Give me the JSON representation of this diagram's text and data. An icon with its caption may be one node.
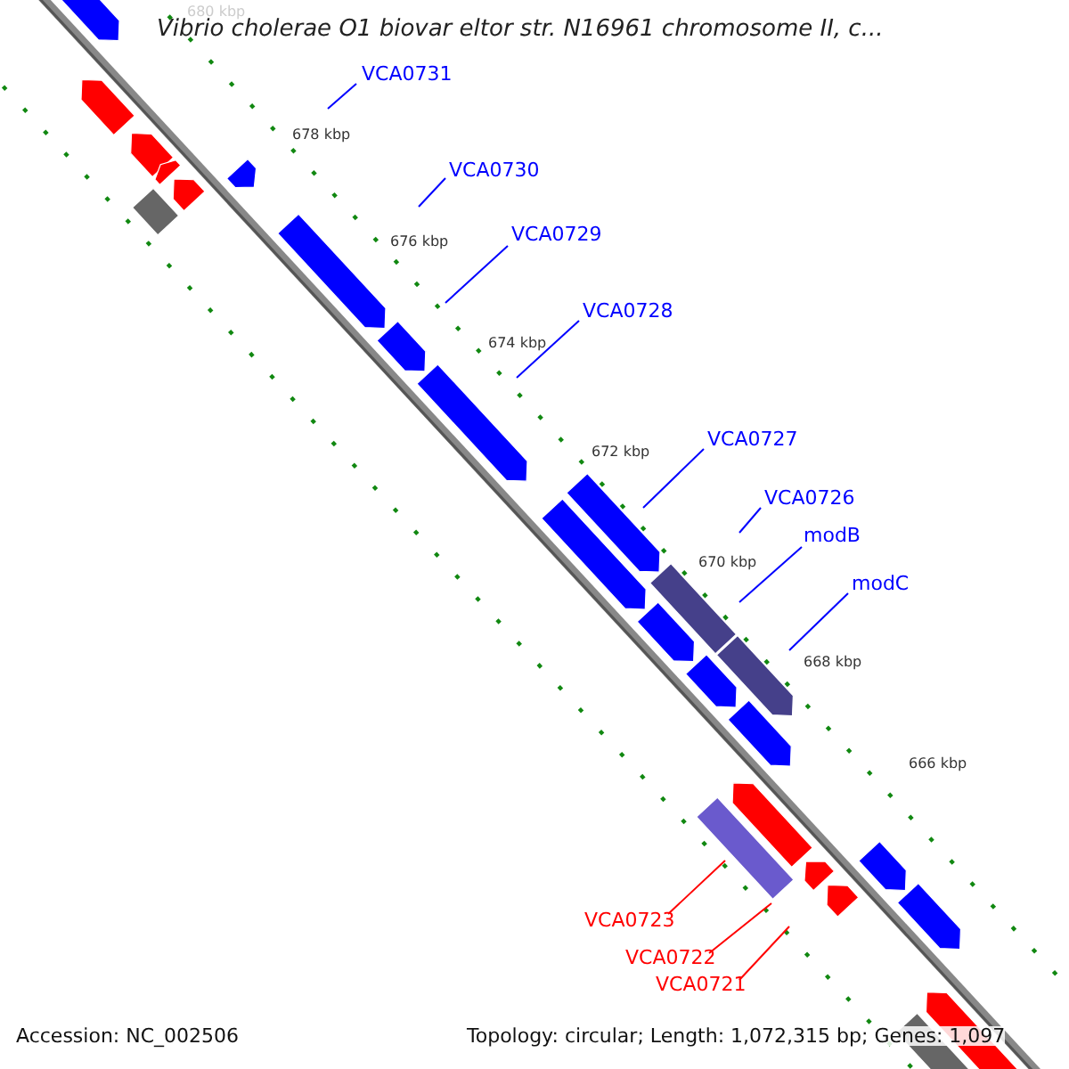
{
  "diagram": {
    "title": "Vibrio cholerae O1 biovar eltor str. N16961 chromosome II, c...",
    "nodes": [
      {
        "text": [
          "VCA0731"
        ]
      },
      {
        "text": [
          "VCA0730"
        ]
      },
      {
        "text": [
          "VCA0729"
        ]
      },
      {
        "text": [
          "VCA0728"
        ]
      },
      {
        "text": [
          "VCA0727"
        ]
      },
      {
        "text": [
          "VCA0726"
        ]
      },
      {
        "text": [
          "modB"
        ]
      },
      {
        "text": [
          "modC"
        ]
      },
      {
        "text": [
          "VCA0723"
        ]
      },
      {
        "text": [
          "VCA0722"
        ]
      },
      {
        "text": [
          "VCA0721"
        ]
      }
    ],
    "edges": [
      {
        "from": 0,
        "to": null,
        "arrow": "none"
      },
      {
        "from": 1,
        "to": null,
        "arrow": "none"
      },
      {
        "from": 2,
        "to": null,
        "arrow": "none"
      },
      {
        "from": 3,
        "to": null,
        "arrow": "none"
      },
      {
        "from": 4,
        "to": null,
        "arrow": "none"
      },
      {
        "from": 5,
        "to": null,
        "arrow": "none"
      },
      {
        "from": 6,
        "to": null,
        "arrow": "none"
      },
      {
        "from": 7,
        "to": null,
        "arrow": "none"
      },
      {
        "from": 8,
        "to": null,
        "arrow": "none",
        "color": "#ff0000"
      },
      {
        "from": 9,
        "to": null,
        "arrow": "none",
        "color": "#ff0000"
      },
      {
        "from": 10,
        "to": null,
        "arrow": "none",
        "color": "#ff0000"
      }
    ],
    "labels": [
      "680 kbp",
      "678 kbp",
      "676 kbp",
      "674 kbp",
      "672 kbp",
      "670 kbp",
      "668 kbp",
      "666 kbp",
      "Accession: NC_002506",
      "Topology: circular; Length: 1,072,315 bp; Genes: 1,097"
    ]
  }
}
